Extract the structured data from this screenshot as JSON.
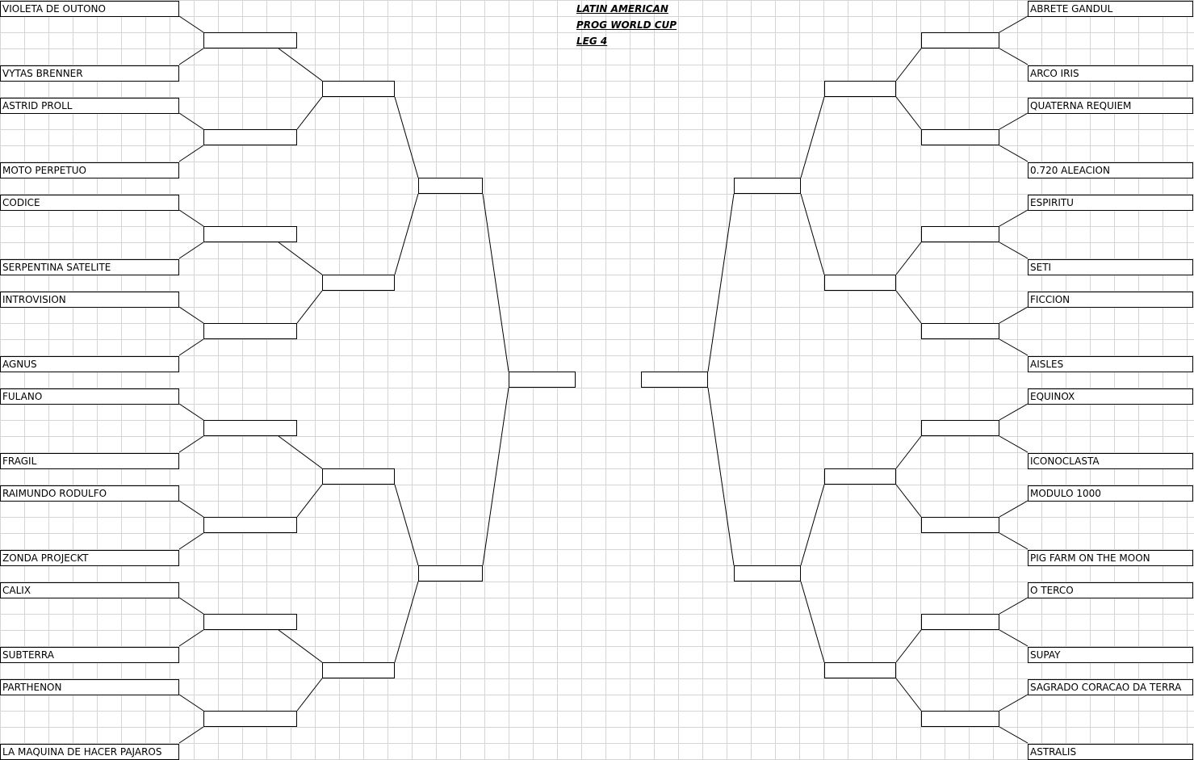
{
  "title": {
    "line1": "LATIN AMERICAN",
    "line2": "PROG WORLD CUP",
    "line3": "LEG 4"
  },
  "left_teams": [
    "VIOLETA DE OUTONO",
    "VYTAS BRENNER",
    "ASTRID PROLL",
    "MOTO PERPETUO",
    "CODICE",
    "SERPENTINA SATELITE",
    "INTROVISION",
    "AGNUS",
    "FULANO",
    "FRAGIL",
    "RAIMUNDO RODULFO",
    "ZONDA PROJECKT",
    "CALIX",
    "SUBTERRA",
    "PARTHENON",
    "LA MAQUINA DE HACER PAJAROS"
  ],
  "right_teams": [
    "ABRETE GANDUL",
    "ARCO IRIS",
    "QUATERNA REQUIEM",
    "0.720 ALEACION",
    "ESPIRITU",
    "SETI",
    "FICCION",
    "AISLES",
    "EQUINOX",
    "ICONOCLASTA",
    "MODULO 1000",
    "PIG FARM ON THE MOON",
    "O TERCO",
    "SUPAY",
    "SAGRADO CORACAO DA TERRA",
    "ASTRALIS"
  ]
}
